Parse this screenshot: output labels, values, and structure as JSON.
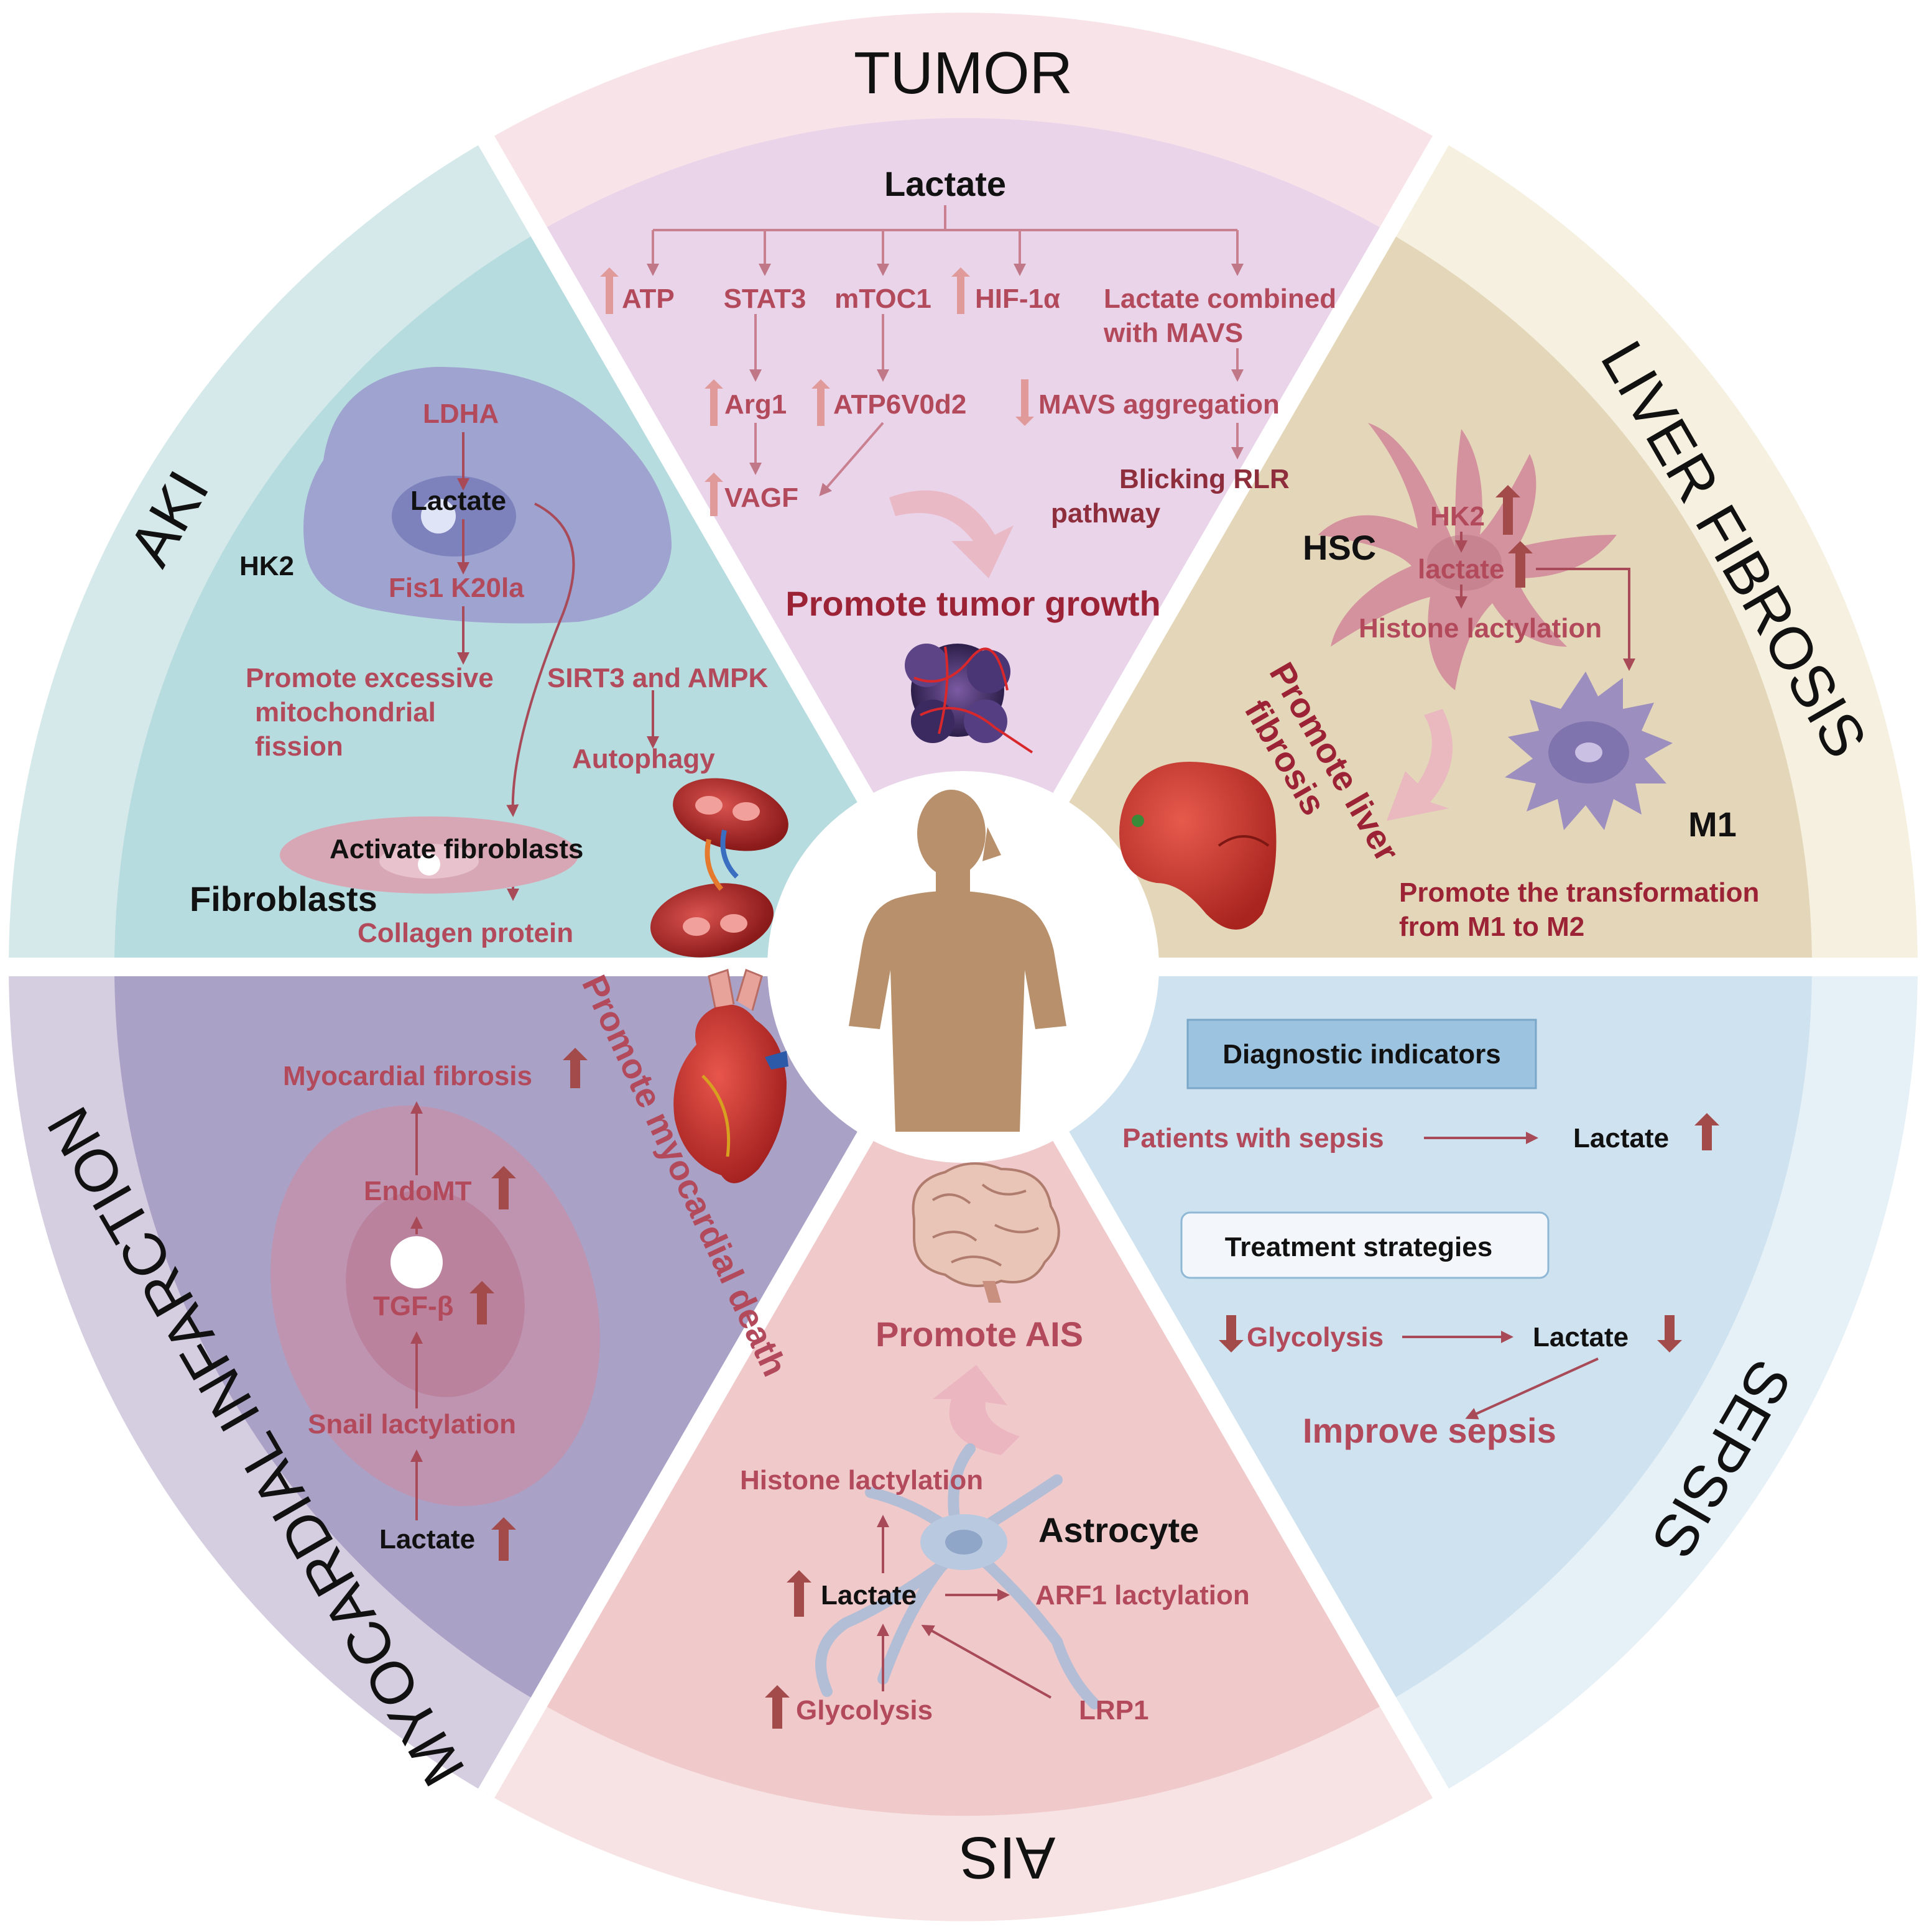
{
  "colors": {
    "tumor_outer": "#f8e3e8",
    "tumor_inner": "#ead4ea",
    "liver_outer": "#f5f0df",
    "liver_inner": "#e4d6b8",
    "sepsis_outer": "#e6f0f7",
    "sepsis_inner": "#cfe2ef",
    "ais_outer": "#f7e3e3",
    "ais_inner": "#f0c9cb",
    "mi_outer": "#d5cde0",
    "mi_inner": "#a9a1c6",
    "aki_outer": "#d5e9ea",
    "aki_inner": "#b7dcdf",
    "label_red": "#b24a5c",
    "arrow": "#c98090",
    "up_arrow": "#a34a4a",
    "body": "#b8906b"
  },
  "center": {
    "icon": "human-silhouette-icon"
  },
  "tumor": {
    "title": "TUMOR",
    "lactate": "Lactate",
    "atp": "ATP",
    "stat3": "STAT3",
    "mtoc1": "mTOC1",
    "hif": "HIF-1α",
    "mavs_combined_1": "Lactate combined",
    "mavs_combined_2": "with MAVS",
    "arg1": "Arg1",
    "atp6v0d2": "ATP6V0d2",
    "mavs_agg": "MAVS aggregation",
    "vagf": "VAGF",
    "rlr_1": "Blicking RLR",
    "rlr_2": "pathway",
    "outcome": "Promote tumor growth",
    "image": "tumor-cell-icon"
  },
  "liver": {
    "title": "LIVER FIBROSIS",
    "hsc": "HSC",
    "hk2": "HK2",
    "lactate": "lactate",
    "histone": "Histone lactylation",
    "outcome_1": "Promote liver",
    "outcome_2": "fibrosis",
    "m1": "M1",
    "transform_1": "Promote the transformation",
    "transform_2": "from M1 to M2",
    "images": [
      "hepatic-stellate-cell-icon",
      "macrophage-icon",
      "liver-icon"
    ]
  },
  "sepsis": {
    "title": "SEPSIS",
    "diag_header": "Diagnostic indicators",
    "patients": "Patients with sepsis",
    "lactate": "Lactate",
    "treat_header": "Treatment strategies",
    "glycolysis": "Glycolysis",
    "lactate2": "Lactate",
    "outcome": "Improve sepsis"
  },
  "ais": {
    "title": "AIS",
    "outcome": "Promote AIS",
    "histone": "Histone lactylation",
    "astrocyte": "Astrocyte",
    "lactate": "Lactate",
    "arf1": "ARF1 lactylation",
    "glycolysis": "Glycolysis",
    "lrp1": "LRP1",
    "images": [
      "brain-icon",
      "astrocyte-icon"
    ]
  },
  "mi": {
    "title": "MYOCARDIAL INFARCTION",
    "fibrosis": "Myocardial fibrosis",
    "endomt": "EndoMT",
    "tgf": "TGF-β",
    "snail": "Snail lactylation",
    "lactate": "Lactate",
    "outcome": "Promote myocardial death",
    "image": "heart-icon"
  },
  "aki": {
    "title": "AKI",
    "ldha": "LDHA",
    "lactate": "Lactate",
    "hk2": "HK2",
    "fis1": "Fis1 K20la",
    "fission_1": "Promote excessive",
    "fission_2": "mitochondrial",
    "fission_3": "fission",
    "sirt3": "SIRT3 and AMPK",
    "autophagy": "Autophagy",
    "activate": "Activate fibroblasts",
    "fibroblasts": "Fibroblasts",
    "collagen": "Collagen protein",
    "image": "kidney-icon"
  }
}
